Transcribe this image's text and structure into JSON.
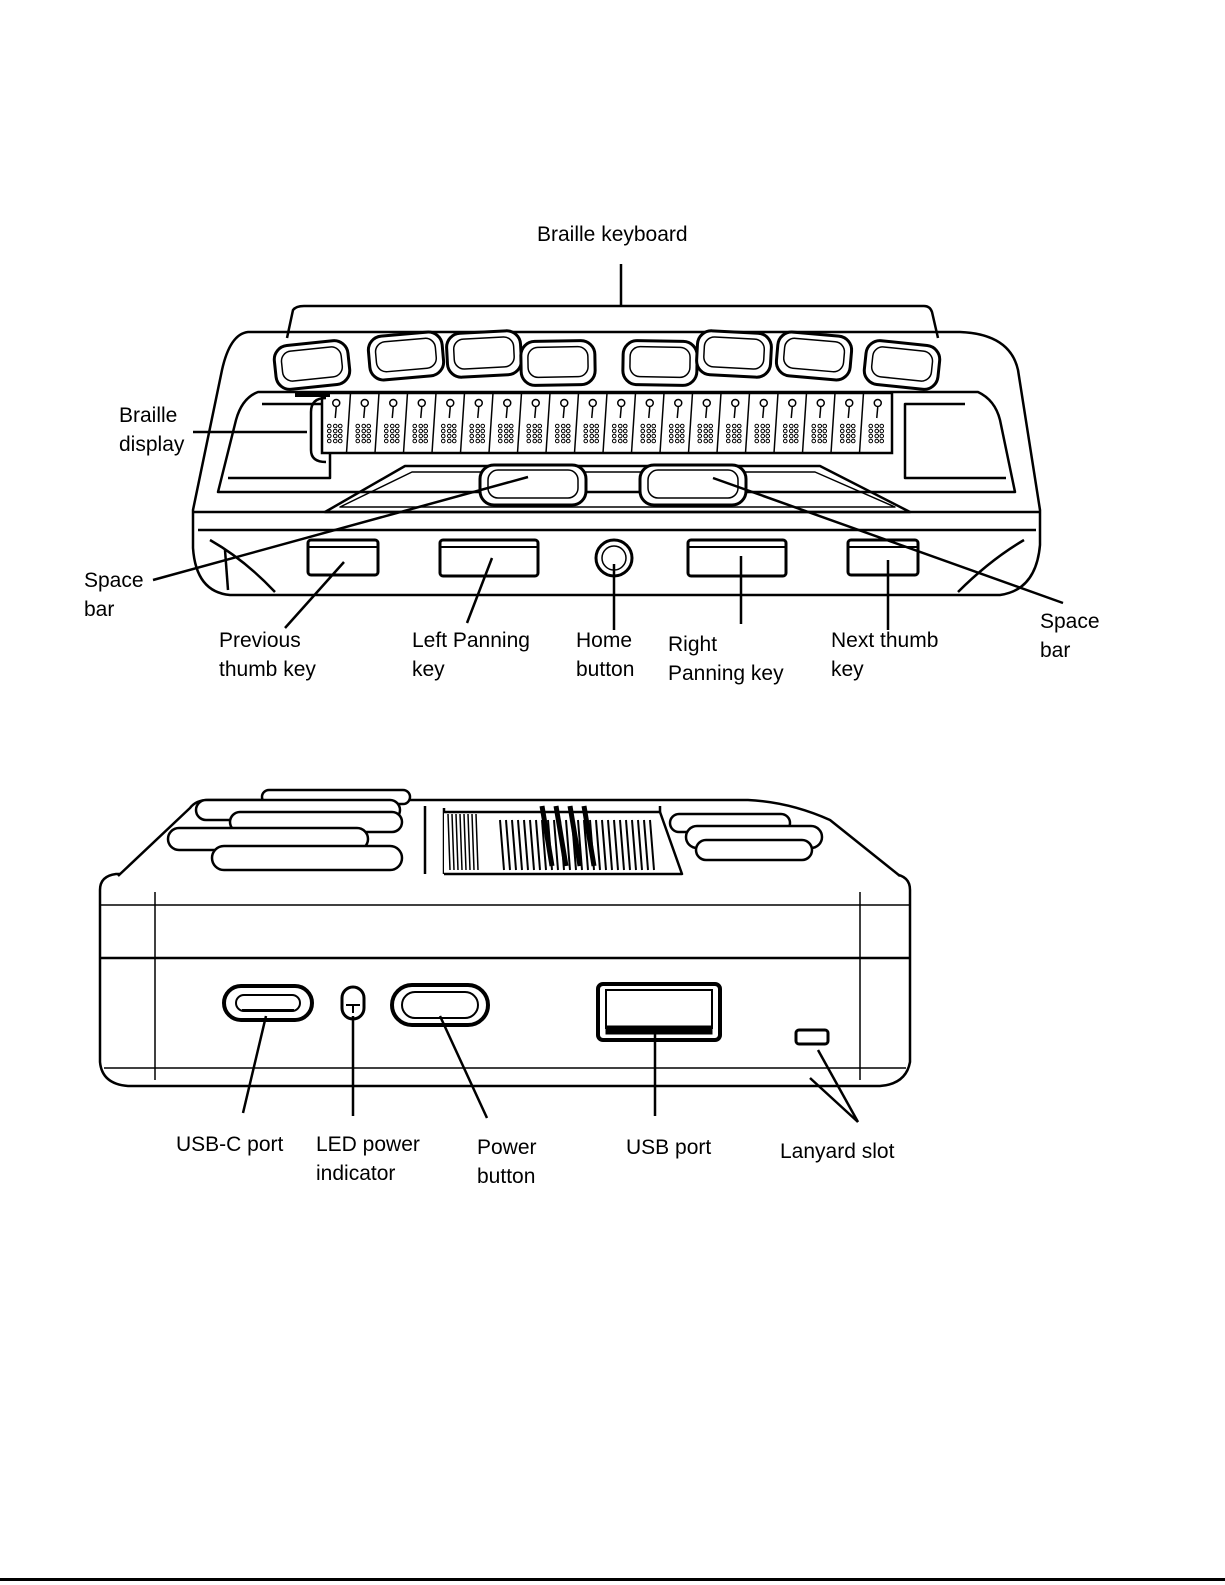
{
  "top_view": {
    "braille_keyboard": "Braille keyboard",
    "braille_display": [
      "Braille",
      "display"
    ],
    "space_bar_left": [
      "Space",
      "bar"
    ],
    "space_bar_right": [
      "Space",
      "bar"
    ],
    "previous_thumb_key": [
      "Previous",
      "thumb key"
    ],
    "left_panning_key": [
      "Left Panning",
      "key"
    ],
    "home_button": [
      "Home",
      "button"
    ],
    "right_panning_key": [
      "Right",
      "Panning key"
    ],
    "next_thumb_key": [
      "Next thumb",
      "key"
    ]
  },
  "side_view": {
    "usb_c_port": "USB-C port",
    "led_power_indicator": [
      "LED power",
      "indicator"
    ],
    "power_button": [
      "Power",
      "button"
    ],
    "usb_port": "USB port",
    "lanyard_slot": "Lanyard slot"
  }
}
